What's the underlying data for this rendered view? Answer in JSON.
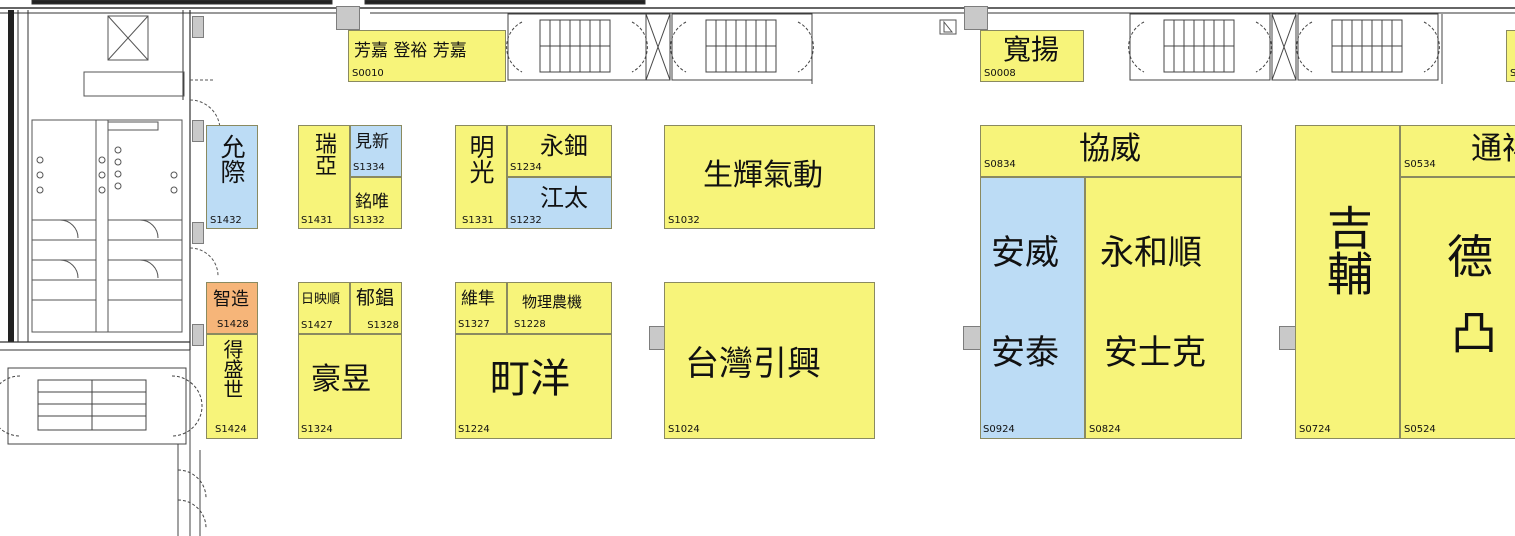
{
  "booths": {
    "s0010": {
      "code": "S0010",
      "name": "芳嘉 登裕 芳嘉"
    },
    "s0008": {
      "code": "S0008",
      "name": "寬揚"
    },
    "s0534_edge": {
      "code": "S"
    },
    "s1432": {
      "code": "S1432",
      "name": "允際"
    },
    "s1431": {
      "code": "S1431",
      "name": "瑞亞"
    },
    "s1334": {
      "code": "S1334",
      "name": "見新"
    },
    "s1332": {
      "code": "S1332",
      "name": "銘唯"
    },
    "s1331": {
      "code": "S1331",
      "name": "明光"
    },
    "s1234": {
      "code": "S1234",
      "name": "永鈿"
    },
    "s1232": {
      "code": "S1232",
      "name": "江太"
    },
    "s1032": {
      "code": "S1032",
      "name": "生輝氣動"
    },
    "s0834": {
      "code": "S0834",
      "name": "協威"
    },
    "s0924": {
      "code": "S0924",
      "name_top": "安威",
      "name_bottom": "安泰"
    },
    "s0824": {
      "code": "S0824",
      "name_top": "永和順",
      "name_bottom": "安士克"
    },
    "s0724": {
      "code": "S0724",
      "name": "吉輔"
    },
    "s0534": {
      "code": "S0534",
      "name": "通祥"
    },
    "s0524": {
      "code": "S0524",
      "name_top": "德",
      "name_bottom": "凸"
    },
    "s1428": {
      "code": "S1428",
      "name": "智造"
    },
    "s1424": {
      "code": "S1424",
      "name": "得盛世"
    },
    "s1427": {
      "code": "S1427",
      "name": "日映順"
    },
    "s1328": {
      "code": "S1328",
      "name": "郁錩"
    },
    "s1324": {
      "code": "S1324",
      "name": "豪昱"
    },
    "s1327": {
      "code": "S1327",
      "name": "維隼"
    },
    "s1228": {
      "code": "S1228",
      "name": "物理農機"
    },
    "s1224": {
      "code": "S1224",
      "name": "町洋"
    },
    "s1024": {
      "code": "S1024",
      "name": "台灣引興"
    }
  },
  "colors": {
    "standard_booth": "#f7f47a",
    "blue_booth": "#bcdcf5",
    "orange_booth": "#f6b579",
    "pillar": "#c9c9c9",
    "wall": "#333333"
  },
  "icons": {
    "stair": "stair-icon",
    "door": "door-swing-icon",
    "toilet": "toilet-icon",
    "pillar": "pillar-icon"
  }
}
